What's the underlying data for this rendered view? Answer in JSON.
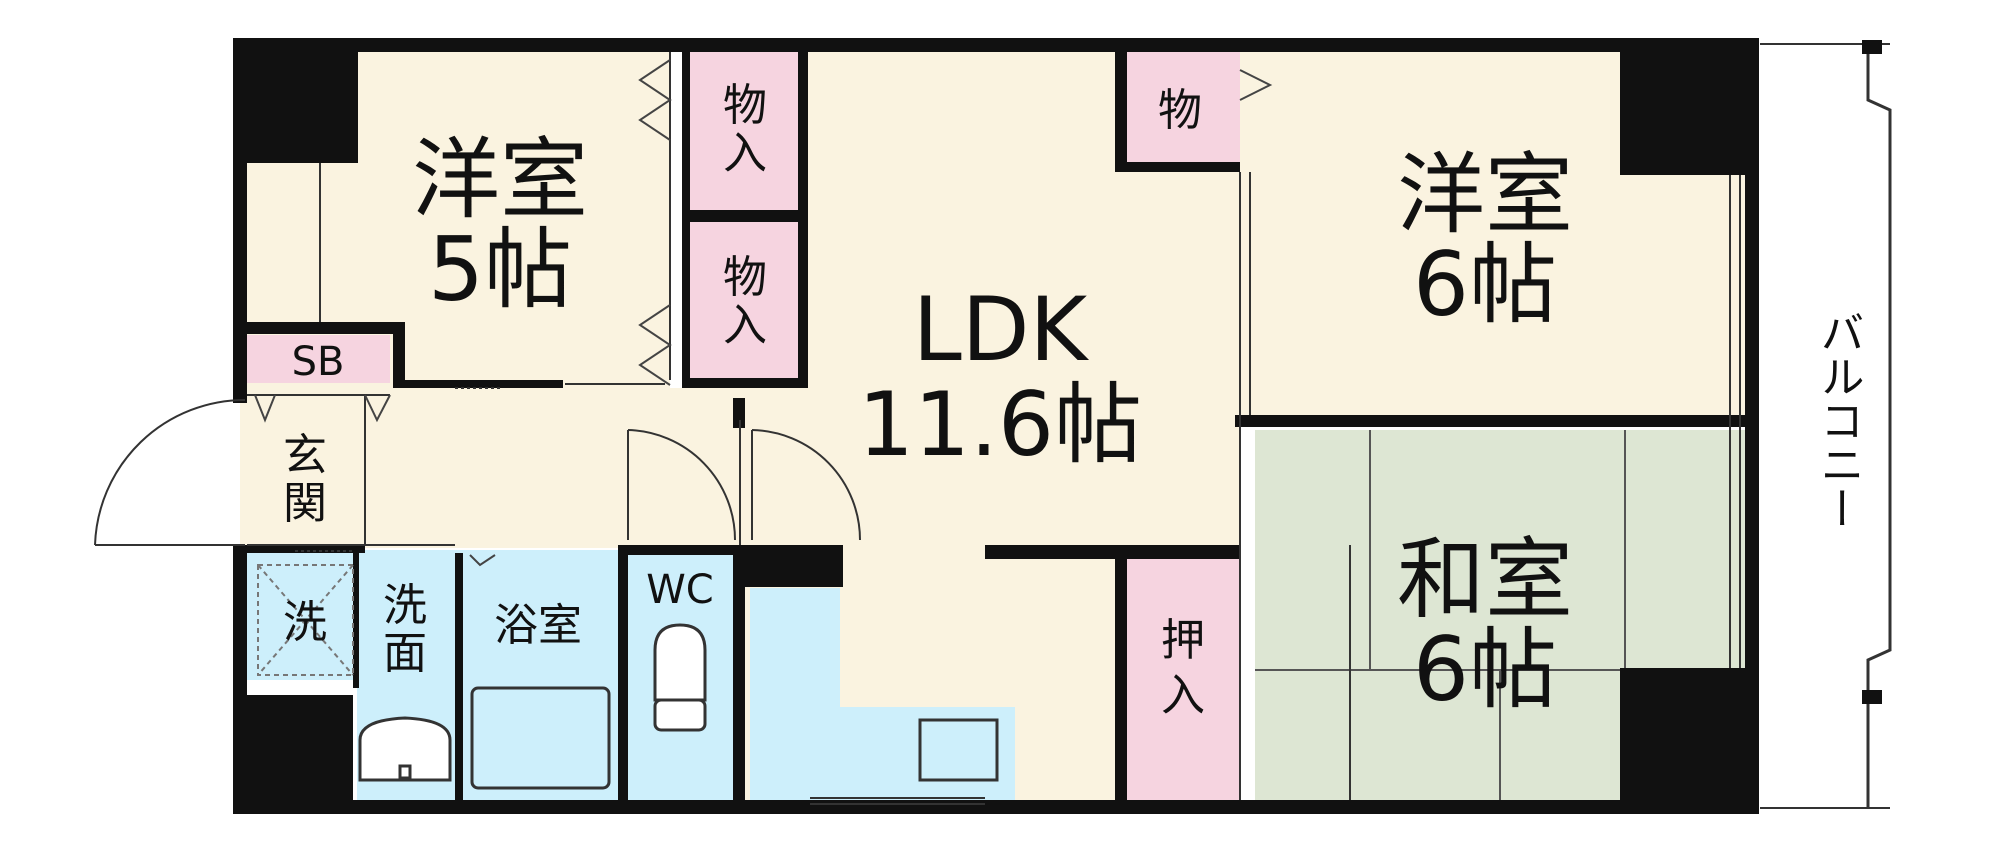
{
  "rooms": {
    "western5": {
      "name": "洋室",
      "size": "5帖"
    },
    "closet_top1": {
      "line1": "物",
      "line2": "入"
    },
    "closet_top2": {
      "line1": "物",
      "line2": "入"
    },
    "closet_small": {
      "label": "物"
    },
    "ldk": {
      "name": "LDK",
      "size": "11.6帖"
    },
    "western6": {
      "name": "洋室",
      "size": "6帖"
    },
    "japanese6": {
      "name": "和室",
      "size": "6帖"
    },
    "shoebox": {
      "label": "SB"
    },
    "entrance": {
      "line1": "玄",
      "line2": "関"
    },
    "washer": {
      "label": "洗"
    },
    "washroom": {
      "line1": "洗",
      "line2": "面"
    },
    "bath": {
      "label": "浴室"
    },
    "toilet": {
      "label": "WC"
    },
    "oshiire": {
      "line1": "押",
      "line2": "入"
    },
    "balcony": {
      "label": "バルコニー"
    }
  },
  "colors": {
    "wall": "#111111",
    "floor_western": "#faf3e0",
    "storage": "#f6d4e0",
    "wet": "#cdeffb",
    "tatami": "#dde6d3"
  }
}
